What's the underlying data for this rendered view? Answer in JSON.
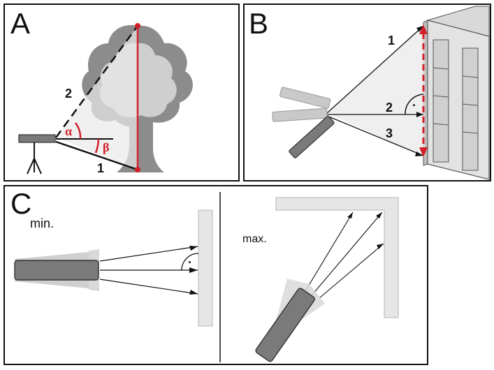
{
  "panels": {
    "a": {
      "letter": "A",
      "line1": "1",
      "line2": "2",
      "alpha": "α",
      "beta": "β"
    },
    "b": {
      "letter": "B",
      "line1": "1",
      "line2": "2",
      "line3": "3",
      "right_angle_dot": "·"
    },
    "c": {
      "letter": "C",
      "min_label": "min.",
      "max_label": "max.",
      "right_angle_dot": "·"
    }
  },
  "colors": {
    "red": "#d21f2a",
    "dark": "#111111",
    "gray_device": "#7a7a7a",
    "light_gray": "#e6e6e6",
    "mid_gray": "#b5b5b5",
    "tree_dark": "#8c8c8c",
    "tree_light": "#cfcfcf"
  }
}
